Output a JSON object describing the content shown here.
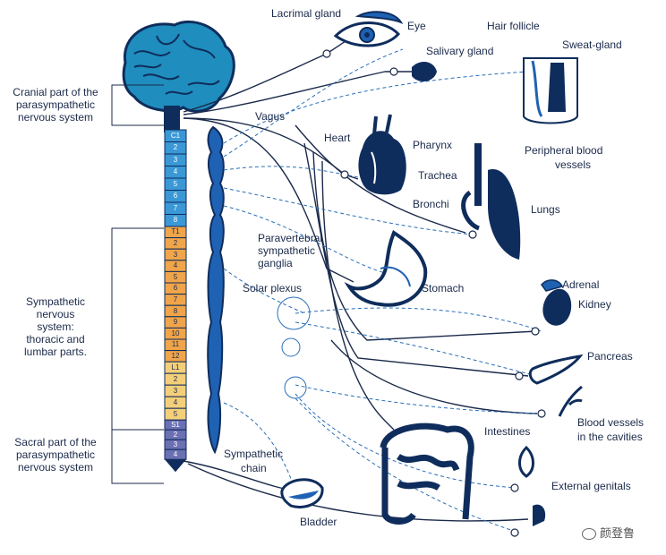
{
  "organs": {
    "lacrimal_gland": "Lacrimal gland",
    "eye": "Eye",
    "hair_follicle": "Hair follicle",
    "salivary_gland": "Salivary gland",
    "sweat_gland": "Sweat-gland",
    "vagus": "Vagus",
    "heart": "Heart",
    "pharynx": "Pharynx",
    "trachea": "Trachea",
    "bronchi": "Bronchi",
    "lungs": "Lungs",
    "peripheral_blood_vessels_1": "Peripheral blood",
    "peripheral_blood_vessels_2": "vessels",
    "paravertebral_1": "Paravertebral",
    "paravertebral_2": "sympathetic",
    "paravertebral_3": "ganglia",
    "solar_plexus": "Solar plexus",
    "stomach": "Stomach",
    "adrenal": "Adrenal",
    "kidney": "Kidney",
    "pancreas": "Pancreas",
    "blood_vessels_cavities_1": "Blood vessels",
    "blood_vessels_cavities_2": "in the cavities",
    "intestines": "Intestines",
    "sympathetic_chain_1": "Sympathetic",
    "sympathetic_chain_2": "chain",
    "external_genitals": "External genitals",
    "bladder": "Bladder"
  },
  "divisions": {
    "cranial_1": "Cranial part of the",
    "cranial_2": "parasympathetic",
    "cranial_3": "nervous system",
    "sympathetic_1": "Sympathetic",
    "sympathetic_2": "nervous",
    "sympathetic_3": "system:",
    "sympathetic_4": "thoracic and",
    "sympathetic_5": "lumbar parts.",
    "sacral_1": "Sacral part of the",
    "sacral_2": "parasympathetic",
    "sacral_3": "nervous system"
  },
  "vertebrae": {
    "cervical": [
      "C1",
      "2",
      "3",
      "4",
      "5",
      "6",
      "7",
      "8"
    ],
    "thoracic": [
      "T1",
      "2",
      "3",
      "4",
      "5",
      "6",
      "7",
      "8",
      "9",
      "10",
      "11",
      "12"
    ],
    "lumbar": [
      "L1",
      "2",
      "3",
      "4",
      "5"
    ],
    "sacral": [
      "S1",
      "2",
      "3",
      "4"
    ]
  },
  "watermark": "颜登鲁",
  "colors": {
    "navy": "#0f2d5c",
    "cervical_blue": "#3a98d6",
    "thoracic_orange": "#f0a54a",
    "lumbar_yellow": "#f4cf7a",
    "sacral_purple": "#6b6fb3",
    "chain_blue": "#1f62b4",
    "brain_teal": "#1f8dbd"
  }
}
